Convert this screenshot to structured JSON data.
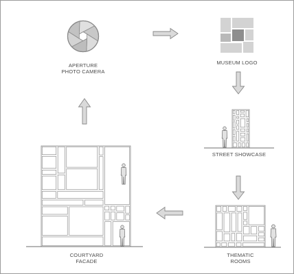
{
  "nodes": {
    "aperture": {
      "line1": "APERTURE",
      "line2": "PHOTO CAMERA"
    },
    "logo": {
      "label": "MUSEUM LOGO"
    },
    "showcase": {
      "label": "STREET SHOWCASE"
    },
    "rooms": {
      "line1": "THEMATIC",
      "line2": "ROOMS"
    },
    "facade": {
      "line1": "COURTYARD",
      "line2": "FACADE"
    }
  },
  "colors": {
    "stroke": "#8a8a8a",
    "panel": "#f4f4f4",
    "logo_dark": "#8e8e8e",
    "logo_mid": "#b9b9b9",
    "logo_light": "#d3d3d3",
    "arrow_fill": "#dadada",
    "arrow_stroke": "#888888",
    "text": "#4a4a4a"
  },
  "flow_arrows": [
    {
      "from": "aperture",
      "to": "logo",
      "direction": "right"
    },
    {
      "from": "logo",
      "to": "showcase",
      "direction": "down"
    },
    {
      "from": "showcase",
      "to": "rooms",
      "direction": "down"
    },
    {
      "from": "rooms",
      "to": "facade",
      "direction": "left"
    },
    {
      "from": "facade",
      "to": "aperture",
      "direction": "up"
    }
  ]
}
